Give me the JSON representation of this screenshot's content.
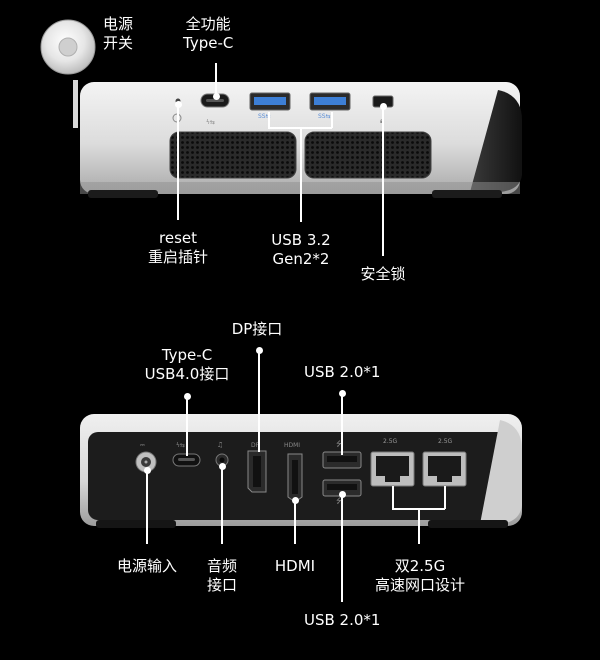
{
  "top_device": {
    "labels": {
      "power_button": [
        "电源",
        "开关"
      ],
      "typec_full": [
        "全功能",
        "Type-C"
      ],
      "reset": [
        "reset",
        "重启插针"
      ],
      "usb32": [
        "USB 3.2",
        "Gen2*2"
      ],
      "lock": "安全锁"
    },
    "port_marks": {
      "ss1": "SS⇆",
      "ss2": "SS⇆"
    }
  },
  "bottom_device": {
    "labels": {
      "dp": "DP接口",
      "typec_usb4": [
        "Type-C",
        "USB4.0接口"
      ],
      "usb20_top": "USB 2.0*1",
      "power_in": "电源输入",
      "audio": [
        "音频",
        "接口"
      ],
      "hdmi": "HDMI",
      "lan": [
        "双2.5G",
        "高速网口设计"
      ],
      "usb20_bottom": "USB 2.0*1"
    },
    "port_marks": {
      "dp": "DP",
      "hdmi": "HDMI",
      "lan1": "2.5G",
      "lan2": "2.5G"
    }
  },
  "colors": {
    "background": "#000000",
    "usb_blue": "#3d7fd6",
    "label": "#ffffff"
  }
}
